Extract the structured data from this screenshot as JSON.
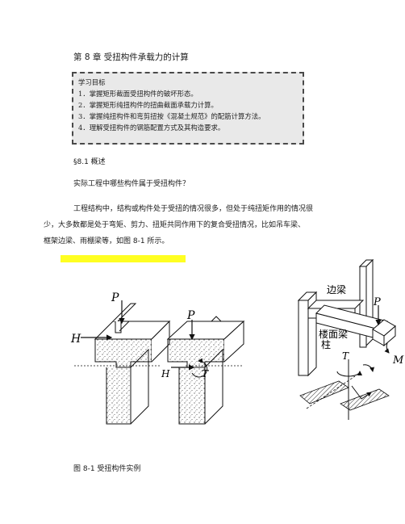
{
  "chapter_title": "第 8 章 受扭构件承载力的计算",
  "learning_goals": {
    "heading": "学习目标",
    "items": [
      "1．掌握矩形截面受扭构件的破坏形态。",
      "2．掌握矩形纯扭构件的扭曲截面承载力计算。",
      "3．掌握纯扭构件和弯剪扭按《混凝土规范》的配筋计算方法。",
      "4．理解受扭构件的钢筋配置方式及其构造要求。"
    ]
  },
  "section_heading": "§8.1 概述",
  "question": "实际工程中哪些构件属于受扭构件？",
  "paragraph": {
    "lines": [
      "工程结构中，结构或构件处于受扭的情况很多，但处于纯扭矩作用的情况很",
      "少，大多数都是处于弯矩、剪力、扭矩共同作用下的复合受扭情况，比如吊车梁、",
      "框架边梁、雨棚梁等，如图 8-1 所示。"
    ]
  },
  "figure": {
    "left_labels": {
      "P": "P",
      "H": "H"
    },
    "middle_labels": {
      "P": "P",
      "H": "H",
      "T": "T"
    },
    "right_labels": {
      "edge_beam": "边梁",
      "floor_beam": "楼面梁",
      "column": "柱",
      "P": "P",
      "M": "M",
      "T": "T"
    },
    "caption": "图 8-1 受扭构件实例"
  }
}
